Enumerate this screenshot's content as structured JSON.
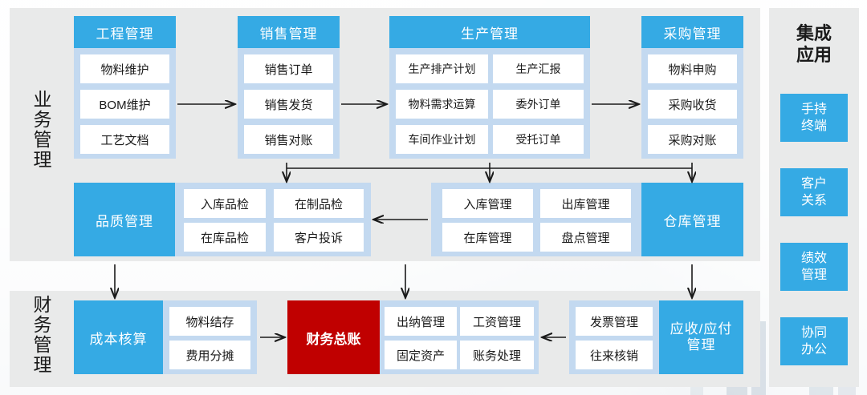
{
  "colors": {
    "accent_blue": "#35aae4",
    "group_frame_blue": "#c3d9f0",
    "panel_gray": "#e9eaea",
    "ledger_red": "#c00000",
    "item_white": "#ffffff"
  },
  "sections": {
    "business": {
      "label": "业务管理"
    },
    "finance": {
      "label": "财务管理"
    }
  },
  "business_row1": [
    {
      "header": "工程管理",
      "items": [
        "物料维护",
        "BOM维护",
        "工艺文档"
      ]
    },
    {
      "header": "销售管理",
      "items": [
        "销售订单",
        "销售发货",
        "销售对账"
      ]
    },
    {
      "header": "生产管理",
      "items": [
        "生产排产计划",
        "生产汇报",
        "物料需求运算",
        "委外订单",
        "车间作业计划",
        "受托订单"
      ]
    },
    {
      "header": "采购管理",
      "items": [
        "物料申购",
        "采购收货",
        "采购对账"
      ]
    }
  ],
  "business_row2": [
    {
      "header": "品质管理",
      "header_side": "left",
      "items": [
        "入库品检",
        "在制品检",
        "在库品检",
        "客户投诉"
      ]
    },
    {
      "header": "仓库管理",
      "header_side": "right",
      "items": [
        "入库管理",
        "出库管理",
        "在库管理",
        "盘点管理"
      ]
    }
  ],
  "finance_row": [
    {
      "header": "成本核算",
      "header_side": "left",
      "items": [
        "物料结存",
        "费用分摊"
      ]
    },
    {
      "header": "财务总账",
      "type": "red"
    },
    {
      "header": null,
      "items": [
        "出纳管理",
        "工资管理",
        "固定资产",
        "账务处理"
      ]
    },
    {
      "header": "应收/应付\n管理",
      "header_side": "right",
      "header_line1": "应收/应付",
      "header_line2": "管理",
      "items": [
        "发票管理",
        "往来核销"
      ]
    }
  ],
  "sidebar": {
    "title_line1": "集成",
    "title_line2": "应用",
    "apps": [
      {
        "line1": "手持",
        "line2": "终端"
      },
      {
        "line1": "客户",
        "line2": "关系"
      },
      {
        "line1": "绩效",
        "line2": "管理"
      },
      {
        "line1": "协同",
        "line2": "办公"
      }
    ]
  }
}
